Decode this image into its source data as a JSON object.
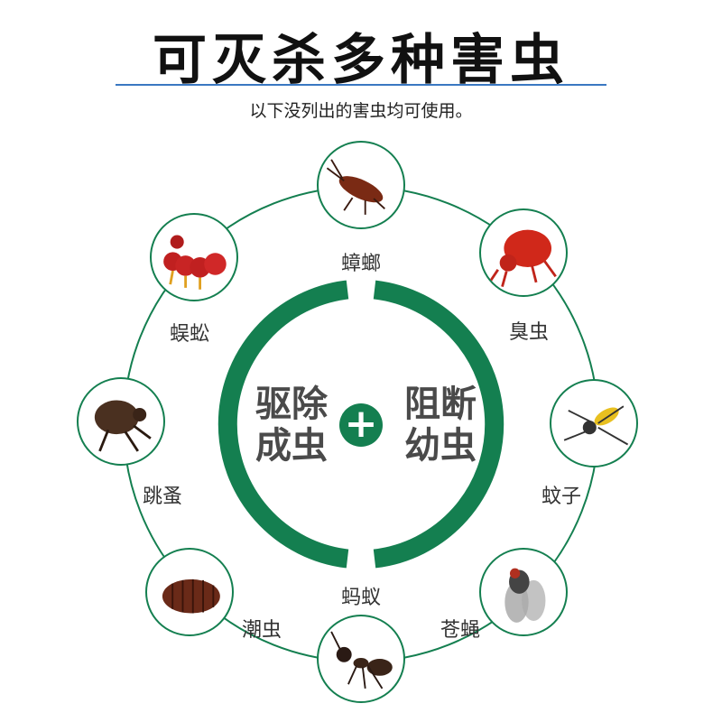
{
  "header": {
    "title": "可灭杀多种害虫",
    "subtitle": "以下没列出的害虫均可使用。"
  },
  "center": {
    "left_line1": "驱除",
    "left_line2": "成虫",
    "right_line1": "阻断",
    "right_line2": "幼虫",
    "plus": "+"
  },
  "colors": {
    "ring": "#147f50",
    "rule": "#3a78c2"
  },
  "pests": [
    {
      "name": "蟑螂",
      "icon": "cockroach-icon"
    },
    {
      "name": "臭虫",
      "icon": "bedbug-icon"
    },
    {
      "name": "蚊子",
      "icon": "mosquito-icon"
    },
    {
      "name": "苍蝇",
      "icon": "fly-icon"
    },
    {
      "name": "蚂蚁",
      "icon": "ant-icon"
    },
    {
      "name": "潮虫",
      "icon": "pillbug-icon"
    },
    {
      "name": "跳蚤",
      "icon": "flea-icon"
    },
    {
      "name": "蜈蚣",
      "icon": "centipede-icon"
    }
  ]
}
